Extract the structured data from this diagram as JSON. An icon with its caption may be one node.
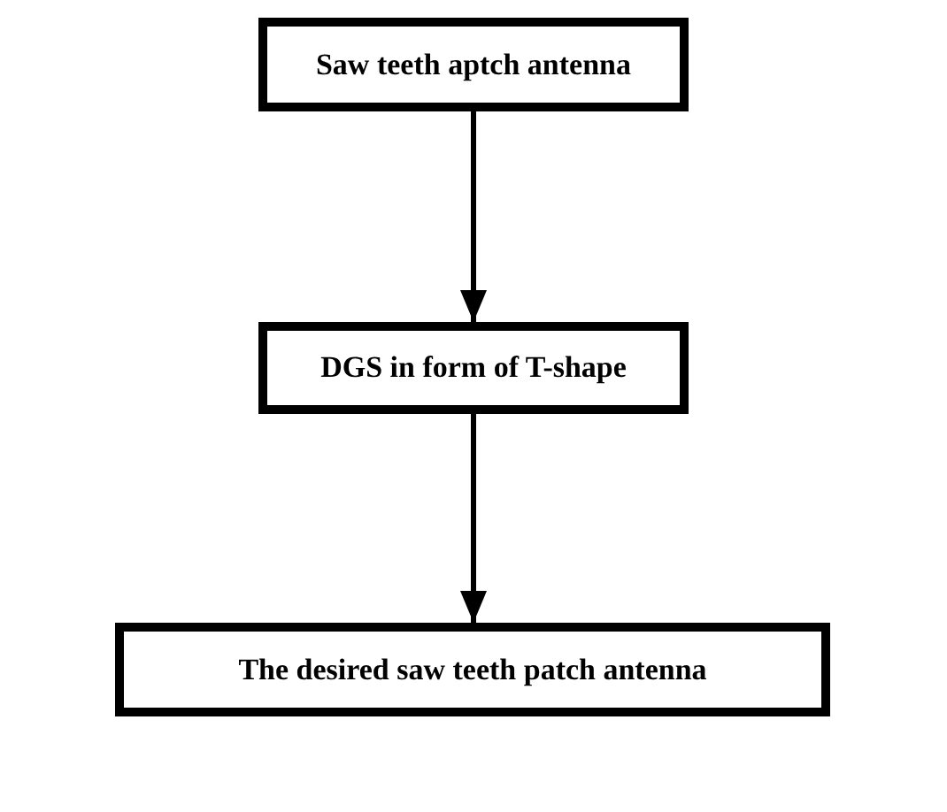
{
  "diagram": {
    "nodes": [
      {
        "text": [
          "Saw teeth aptch antenna"
        ]
      },
      {
        "text": [
          "DGS in form of T-shape"
        ]
      },
      {
        "text": [
          "The desired saw teeth patch antenna"
        ]
      }
    ],
    "edges": [
      {
        "from": 0,
        "to": 1,
        "arrow": "to"
      },
      {
        "from": 1,
        "to": 2,
        "arrow": "to"
      }
    ]
  }
}
